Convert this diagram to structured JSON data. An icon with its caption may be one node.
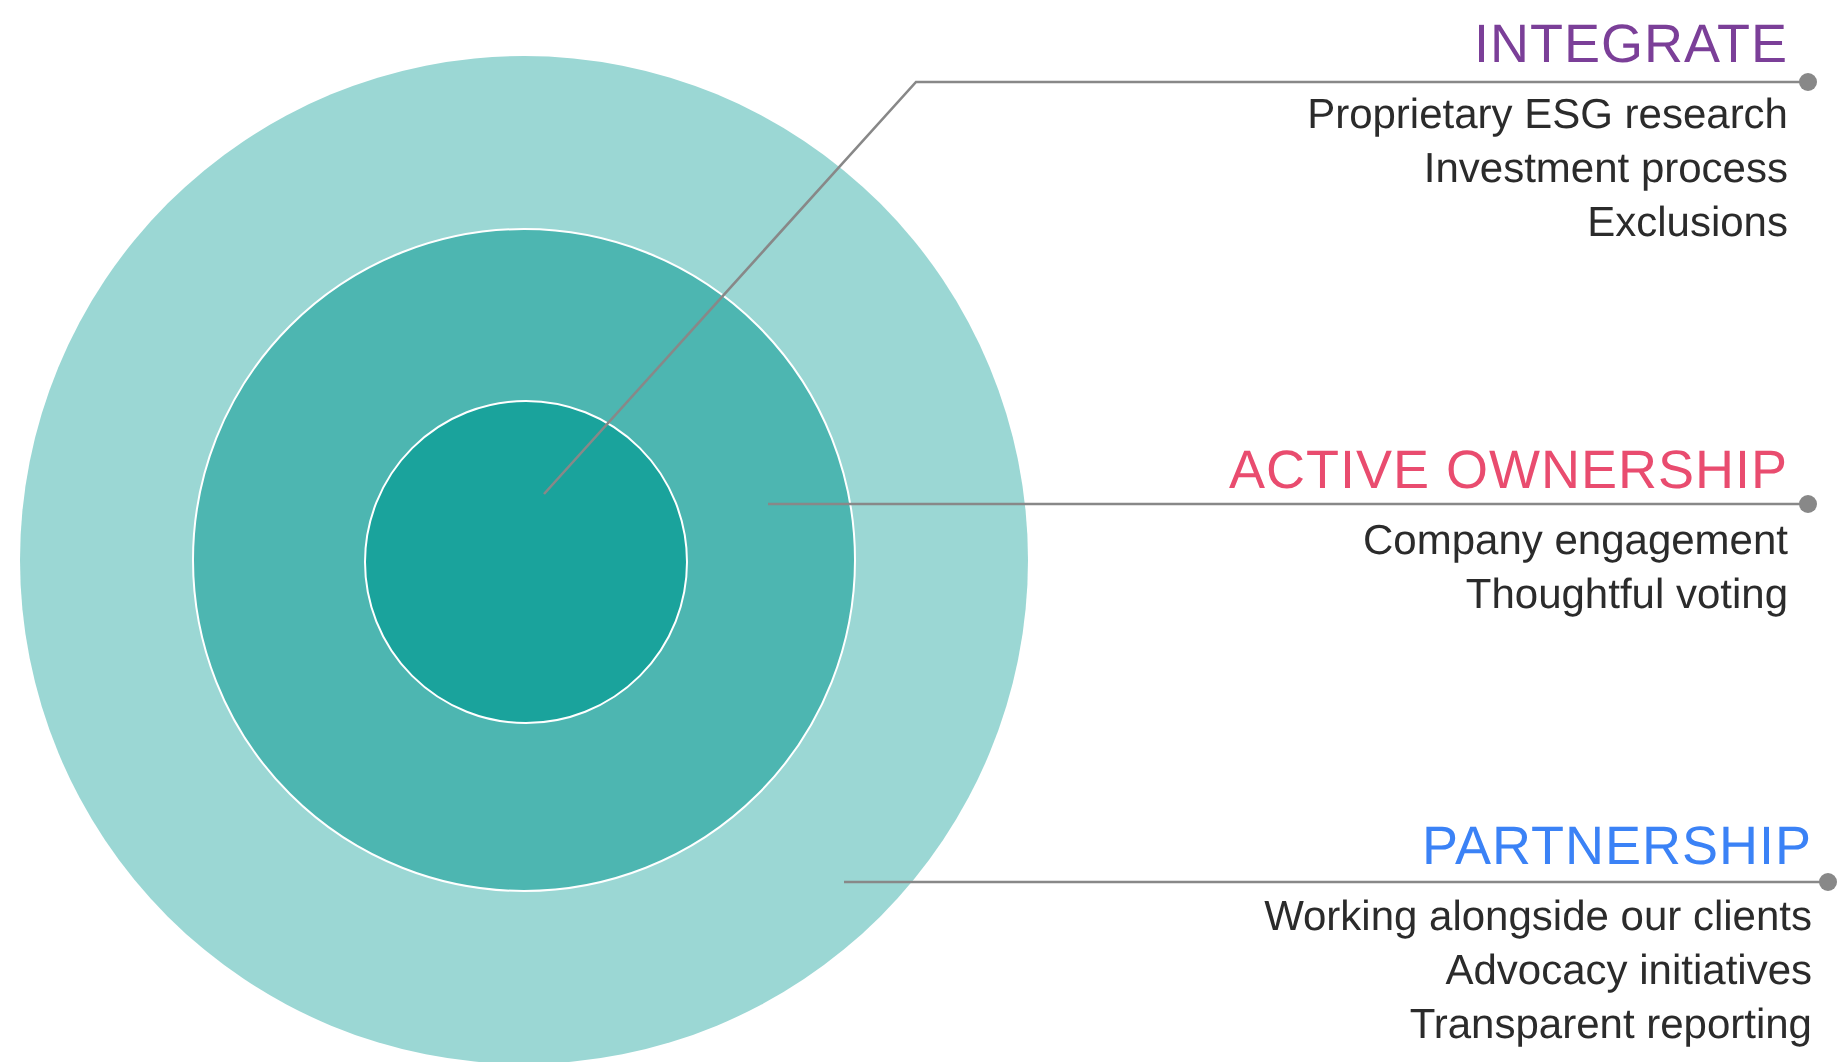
{
  "diagram": {
    "nodes": [
      {
        "text": [],
        "shape": "circle"
      },
      {
        "text": [],
        "shape": "circle",
        "in": 0
      },
      {
        "text": [],
        "shape": "circle",
        "in": 1
      },
      {
        "text": [
          "INTEGRATE",
          "Proprietary ESG research",
          "Investment process",
          "Exclusions"
        ]
      },
      {
        "text": [
          "ACTIVE OWNERSHIP",
          "Company engagement",
          "Thoughtful voting"
        ]
      },
      {
        "text": [
          "PARTNERSHIP",
          "Working alongside our clients",
          "Advocacy initiatives",
          "Transparent reporting"
        ]
      }
    ],
    "edges": [
      {
        "from": 3,
        "to": 2,
        "arrow": "other"
      },
      {
        "from": 4,
        "to": 1,
        "arrow": "other"
      },
      {
        "from": 5,
        "to": 0,
        "arrow": "other"
      }
    ]
  }
}
